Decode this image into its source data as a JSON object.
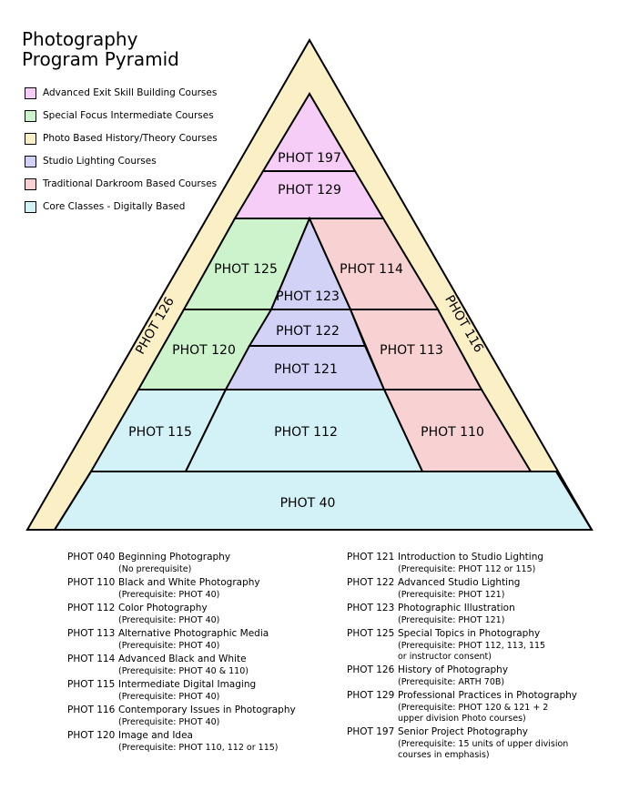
{
  "title": {
    "line1": "Photography",
    "line2": "Program Pyramid"
  },
  "legend": [
    {
      "label": "Advanced Exit Skill Building Courses",
      "color": "#f6cdf6"
    },
    {
      "label": "Special Focus Intermediate Courses",
      "color": "#cdf3cc"
    },
    {
      "label": "Photo Based History/Theory Courses",
      "color": "#fbefc6"
    },
    {
      "label": "Studio Lighting Courses",
      "color": "#d2d2f7"
    },
    {
      "label": "Traditional Darkroom Based Courses",
      "color": "#f8d2d2"
    },
    {
      "label": "Core Classes - Digitally Based",
      "color": "#d2f2f8"
    }
  ],
  "pyramid": {
    "blocks": [
      {
        "key": "phot197",
        "label": "PHOT 197",
        "category": 0
      },
      {
        "key": "phot129",
        "label": "PHOT 129",
        "category": 0
      },
      {
        "key": "phot125",
        "label": "PHOT 125",
        "category": 1
      },
      {
        "key": "phot120",
        "label": "PHOT 120",
        "category": 1
      },
      {
        "key": "phot123",
        "label": "PHOT 123",
        "category": 3
      },
      {
        "key": "phot122",
        "label": "PHOT 122",
        "category": 3
      },
      {
        "key": "phot121",
        "label": "PHOT 121",
        "category": 3
      },
      {
        "key": "phot114",
        "label": "PHOT 114",
        "category": 4
      },
      {
        "key": "phot113",
        "label": "PHOT 113",
        "category": 4
      },
      {
        "key": "phot110",
        "label": "PHOT 110",
        "category": 4
      },
      {
        "key": "phot115",
        "label": "PHOT 115",
        "category": 5
      },
      {
        "key": "phot112",
        "label": "PHOT 112",
        "category": 5
      },
      {
        "key": "phot40",
        "label": "PHOT 40",
        "category": 5
      }
    ],
    "side_left": "PHOT 126",
    "side_right": "PHOT 116",
    "frame_category": 2
  },
  "descriptions": {
    "left": [
      {
        "code": "PHOT 040",
        "name": "Beginning Photography",
        "prereq": [
          "(No prerequisite)"
        ]
      },
      {
        "code": "PHOT 110",
        "name": "Black and White Photography",
        "prereq": [
          "(Prerequisite: PHOT 40)"
        ]
      },
      {
        "code": "PHOT 112",
        "name": "Color Photography",
        "prereq": [
          "(Prerequisite: PHOT 40)"
        ]
      },
      {
        "code": "PHOT 113",
        "name": "Alternative Photographic Media",
        "prereq": [
          "(Prerequisite: PHOT 40)"
        ]
      },
      {
        "code": "PHOT 114",
        "name": "Advanced Black and White",
        "prereq": [
          "(Prerequisite: PHOT 40 & 110)"
        ]
      },
      {
        "code": "PHOT 115",
        "name": "Intermediate Digital Imaging",
        "prereq": [
          "(Prerequisite: PHOT 40)"
        ]
      },
      {
        "code": "PHOT 116",
        "name": "Contemporary Issues in Photography",
        "prereq": [
          "(Prerequisite: PHOT 40)"
        ]
      },
      {
        "code": "PHOT 120",
        "name": "Image and Idea",
        "prereq": [
          "(Prerequisite: PHOT 110, 112 or 115)"
        ]
      }
    ],
    "right": [
      {
        "code": "PHOT 121",
        "name": "Introduction to Studio Lighting",
        "prereq": [
          "(Prerequisite: PHOT 112 or 115)"
        ]
      },
      {
        "code": "PHOT 122",
        "name": "Advanced Studio Lighting",
        "prereq": [
          "(Prerequisite: PHOT 121)"
        ]
      },
      {
        "code": "PHOT 123",
        "name": "Photographic Illustration",
        "prereq": [
          "(Prerequisite: PHOT 121)"
        ]
      },
      {
        "code": "PHOT 125",
        "name": "Special Topics in Photography",
        "prereq": [
          "(Prerequisite: PHOT 112, 113, 115",
          "or instructor consent)"
        ]
      },
      {
        "code": "PHOT 126",
        "name": "History of Photography",
        "prereq": [
          "(Prerequisite: ARTH 70B)"
        ]
      },
      {
        "code": "PHOT 129",
        "name": "Professional Practices in Photography",
        "prereq": [
          "(Prerequisite: PHOT 120 & 121 + 2",
          "upper division Photo courses)"
        ]
      },
      {
        "code": "PHOT 197",
        "name": "Senior Project Photography",
        "prereq": [
          "(Prerequisite: 15 units of upper division",
          "courses in emphasis)"
        ]
      }
    ]
  }
}
